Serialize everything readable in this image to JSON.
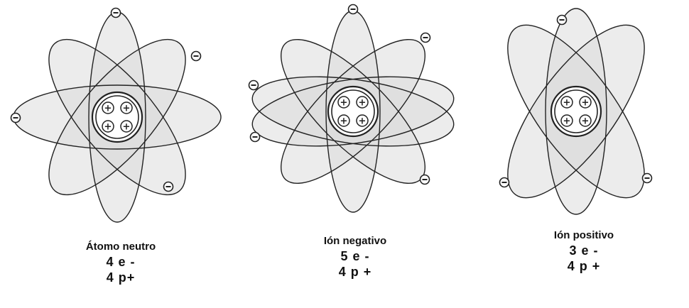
{
  "atoms": [
    {
      "id": "neutral",
      "name": "Átomo neutro",
      "electrons_label": "4 e -",
      "protons_label": "4 p+",
      "electrons": 4,
      "protons": 4
    },
    {
      "id": "negative",
      "name": "Ión negativo",
      "electrons_label": "5 e  -",
      "protons_label": "4 p +",
      "electrons": 5,
      "protons": 4
    },
    {
      "id": "positive",
      "name": "Ión positivo",
      "electrons_label": "3 e  -",
      "protons_label": "4 p +",
      "electrons": 3,
      "protons": 4
    }
  ],
  "symbols": {
    "proton": "+",
    "electron": "−"
  },
  "colors": {
    "orbit_fill": "#dcdcdc",
    "stroke": "#222222",
    "background": "#ffffff"
  }
}
